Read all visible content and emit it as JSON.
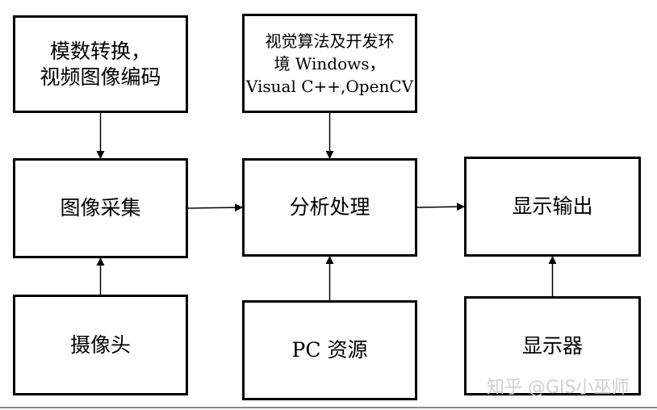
{
  "diagram": {
    "nodes": {
      "adc": {
        "lines": [
          "模数转换，",
          "视频图像编码"
        ]
      },
      "algo": {
        "lines": [
          "视觉算法及开发环",
          "境 Windows，",
          "Visual C++,OpenCV"
        ]
      },
      "capture": {
        "lines": [
          "图像采集"
        ]
      },
      "process": {
        "lines": [
          "分析处理"
        ]
      },
      "output": {
        "lines": [
          "显示输出"
        ]
      },
      "camera": {
        "lines": [
          "摄像头"
        ]
      },
      "pc": {
        "lines": [
          "PC 资源"
        ]
      },
      "display": {
        "lines": [
          "显示器"
        ]
      }
    },
    "edges": [
      {
        "from": "adc",
        "to": "capture"
      },
      {
        "from": "camera",
        "to": "capture"
      },
      {
        "from": "algo",
        "to": "process"
      },
      {
        "from": "pc",
        "to": "process"
      },
      {
        "from": "capture",
        "to": "process"
      },
      {
        "from": "process",
        "to": "output"
      },
      {
        "from": "display",
        "to": "output"
      }
    ],
    "colors": {
      "stroke": "#000000",
      "fill": "#ffffff",
      "watermark": "#cfcfcf"
    }
  },
  "watermark": {
    "text": "知乎 @GIS小巫师"
  }
}
